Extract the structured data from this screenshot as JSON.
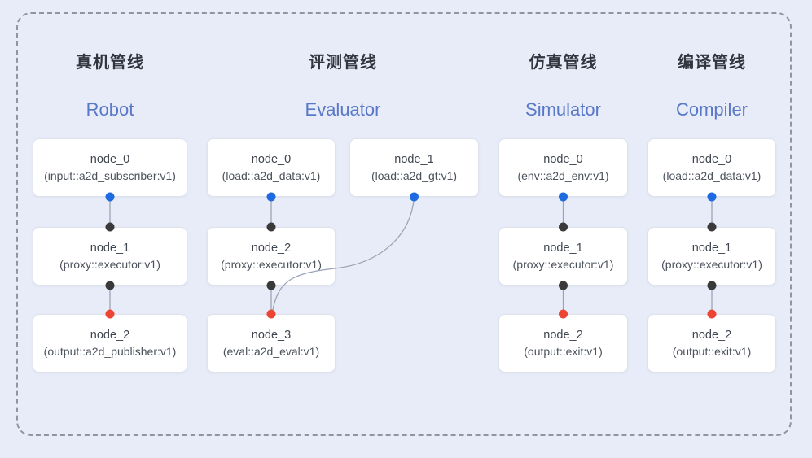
{
  "diagram": {
    "background": "#e8ecf8",
    "frame_border_color": "#8e96a4"
  },
  "colors": {
    "port_blue": "#1e6ae0",
    "port_black": "#3a3a3a",
    "port_red": "#ee4433",
    "edge": "#98a3b5",
    "title_zh": "#30353e",
    "title_en": "#5878c8"
  },
  "pipelines": [
    {
      "key": "robot",
      "title_zh": "真机管线",
      "title_en": "Robot",
      "nodes": [
        {
          "label": "node_0",
          "detail": "(input::a2d_subscriber:v1)",
          "row": 0,
          "col": 0,
          "ports": {
            "out": "blue"
          }
        },
        {
          "label": "node_1",
          "detail": "(proxy::executor:v1)",
          "row": 1,
          "col": 0,
          "ports": {
            "in": "black",
            "out": "black"
          }
        },
        {
          "label": "node_2",
          "detail": "(output::a2d_publisher:v1)",
          "row": 2,
          "col": 0,
          "ports": {
            "in": "red"
          }
        }
      ],
      "edges": [
        {
          "from": 0,
          "to": 1
        },
        {
          "from": 1,
          "to": 2
        }
      ]
    },
    {
      "key": "evaluator",
      "title_zh": "评测管线",
      "title_en": "Evaluator",
      "nodes": [
        {
          "label": "node_0",
          "detail": "(load::a2d_data:v1)",
          "row": 0,
          "col": 0,
          "ports": {
            "out": "blue"
          }
        },
        {
          "label": "node_1",
          "detail": "(load::a2d_gt:v1)",
          "row": 0,
          "col": 1,
          "ports": {
            "out": "blue"
          }
        },
        {
          "label": "node_2",
          "detail": "(proxy::executor:v1)",
          "row": 1,
          "col": 0,
          "ports": {
            "in": "black",
            "out": "black"
          }
        },
        {
          "label": "node_3",
          "detail": "(eval::a2d_eval:v1)",
          "row": 2,
          "col": 0,
          "ports": {
            "in": "red"
          }
        }
      ],
      "edges": [
        {
          "from": 0,
          "to": 2
        },
        {
          "from": 2,
          "to": 3
        },
        {
          "from": 1,
          "to": 3,
          "curved": true
        }
      ]
    },
    {
      "key": "simulator",
      "title_zh": "仿真管线",
      "title_en": "Simulator",
      "nodes": [
        {
          "label": "node_0",
          "detail": "(env::a2d_env:v1)",
          "row": 0,
          "col": 0,
          "ports": {
            "out": "blue"
          }
        },
        {
          "label": "node_1",
          "detail": "(proxy::executor:v1)",
          "row": 1,
          "col": 0,
          "ports": {
            "in": "black",
            "out": "black"
          }
        },
        {
          "label": "node_2",
          "detail": "(output::exit:v1)",
          "row": 2,
          "col": 0,
          "ports": {
            "in": "red"
          }
        }
      ],
      "edges": [
        {
          "from": 0,
          "to": 1
        },
        {
          "from": 1,
          "to": 2
        }
      ]
    },
    {
      "key": "compiler",
      "title_zh": "编译管线",
      "title_en": "Compiler",
      "nodes": [
        {
          "label": "node_0",
          "detail": "(load::a2d_data:v1)",
          "row": 0,
          "col": 0,
          "ports": {
            "out": "blue"
          }
        },
        {
          "label": "node_1",
          "detail": "(proxy::executor:v1)",
          "row": 1,
          "col": 0,
          "ports": {
            "in": "black",
            "out": "black"
          }
        },
        {
          "label": "node_2",
          "detail": "(output::exit:v1)",
          "row": 2,
          "col": 0,
          "ports": {
            "in": "red"
          }
        }
      ],
      "edges": [
        {
          "from": 0,
          "to": 1
        },
        {
          "from": 1,
          "to": 2
        }
      ]
    }
  ]
}
